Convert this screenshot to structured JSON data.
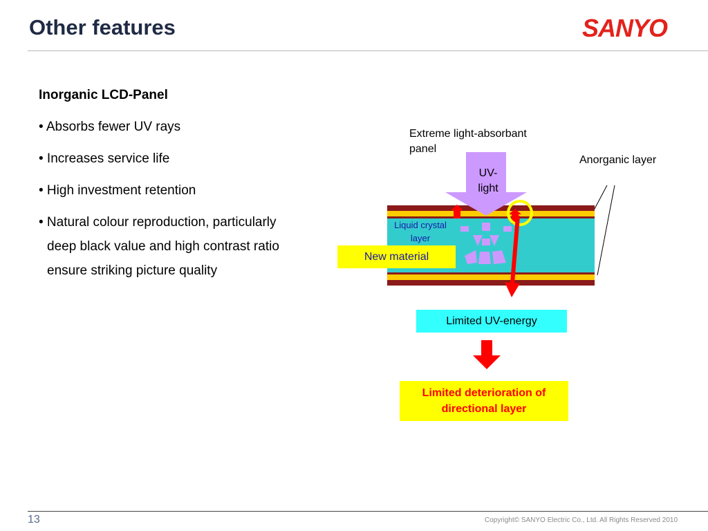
{
  "header": {
    "title": "Other features",
    "logo_text": "SANYO"
  },
  "content": {
    "heading": "Inorganic LCD-Panel",
    "bullets": [
      "• Absorbs fewer UV rays",
      "• Increases service life",
      "• High investment retention"
    ],
    "bullet_multi": {
      "line1": "• Natural colour reproduction, particularly",
      "line2": "deep black value and high contrast ratio",
      "line3": "ensure striking picture quality"
    }
  },
  "diagram": {
    "panel_label_line1": "Extreme light-absorbant",
    "panel_label_line2": "panel",
    "uv_label_line1": "UV-",
    "uv_label_line2": "light",
    "anorganic_label": "Anorganic layer",
    "lc_label_line1": "Liquid crystal",
    "lc_label_line2": "layer",
    "new_material": "New material",
    "limited_energy": "Limited UV-energy",
    "result_line1": "Limited deterioration of",
    "result_line2": "directional layer"
  },
  "footer": {
    "page_number": "13",
    "copyright": "Copyright© SANYO Electric Co., Ltd. All Rights Reserved 2010"
  },
  "colors": {
    "title": "#1f2a44",
    "logo": "#e3221c",
    "panel_maroon": "#8b1a1a",
    "panel_gold": "#ffcc00",
    "liquid_crystal": "#33cccc",
    "uv_light": "#cc99ff",
    "arrow_red": "#ff0000",
    "new_material_bg": "#ffff00",
    "limited_energy_bg": "#33ffff"
  }
}
